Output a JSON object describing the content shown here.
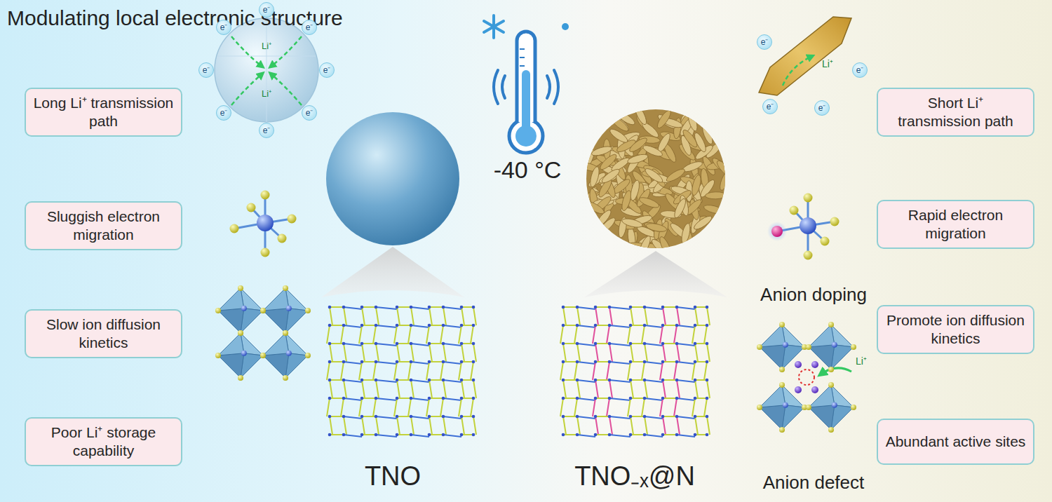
{
  "diagram": {
    "title": "Modulating local electronic structure",
    "nodes": [
      {
        "text": [
          "Long Li⁺ transmission path"
        ]
      },
      {
        "text": [
          "Sluggish electron migration"
        ]
      },
      {
        "text": [
          "Slow ion diffusion kinetics"
        ]
      },
      {
        "text": [
          "Poor Li⁺ storage capability"
        ]
      },
      {
        "text": [
          "e⁻"
        ]
      },
      {
        "text": [
          "e⁻"
        ]
      },
      {
        "text": [
          "e⁻"
        ]
      },
      {
        "text": [
          "e⁻"
        ]
      },
      {
        "text": [
          "e⁻"
        ]
      },
      {
        "text": [
          "e⁻"
        ]
      },
      {
        "text": [
          "e⁻"
        ]
      },
      {
        "text": [
          "e⁻"
        ]
      },
      {
        "text": [
          "e⁻"
        ]
      },
      {
        "text": [
          "e⁻"
        ]
      },
      {
        "text": [
          "e⁻"
        ]
      },
      {
        "text": [
          "e⁻"
        ]
      },
      {
        "text": [
          "Short Li⁺ transmission path"
        ]
      },
      {
        "text": [
          "Rapid electron migration"
        ]
      },
      {
        "text": [
          "Promote ion diffusion kinetics"
        ]
      },
      {
        "text": [
          "Abundant active sites"
        ]
      }
    ],
    "labels": [
      "Li⁺",
      "Li⁺",
      "-40 °C",
      "Li⁺",
      "Anion doping",
      "TNO",
      "TNO₋ₓ@N",
      "Li⁺",
      "Anion defect"
    ]
  }
}
